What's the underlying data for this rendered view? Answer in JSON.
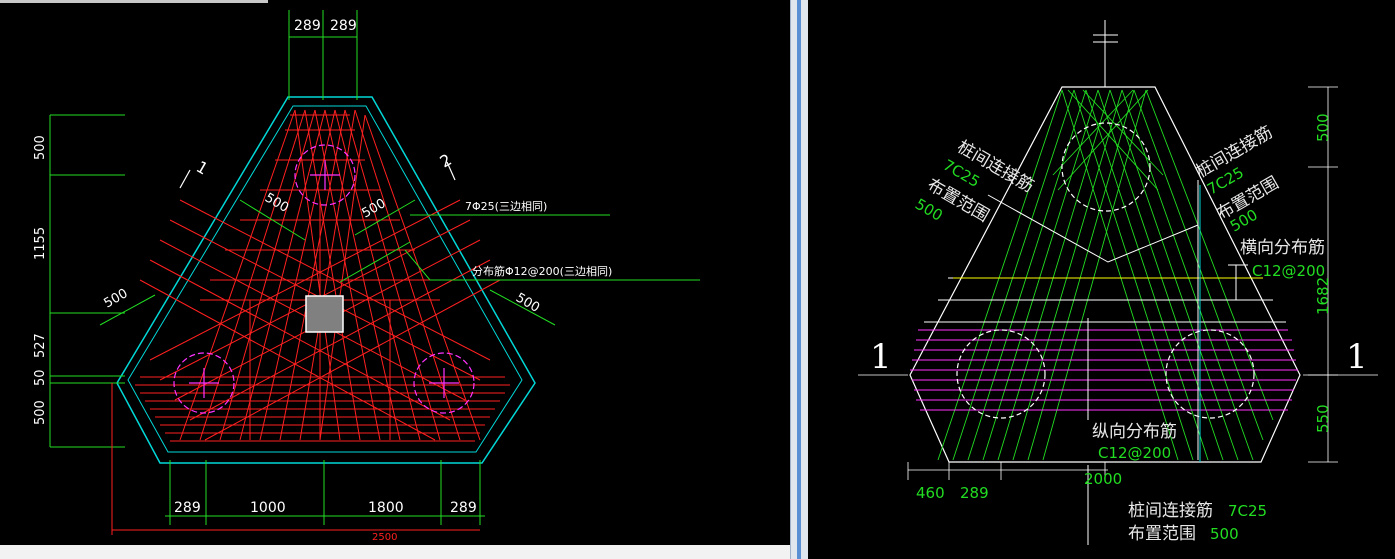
{
  "left_plan": {
    "top_dims": [
      "289",
      "289"
    ],
    "left_dims": [
      "500",
      "1155",
      "527",
      "50",
      "500"
    ],
    "bottom_dims": [
      "289",
      "1000",
      "1800",
      "289"
    ],
    "bottom_total": "2500",
    "edge_dims": [
      "500",
      "500",
      "500",
      "500"
    ],
    "section_marks": [
      "1",
      "2"
    ],
    "note_bars": "7Φ25(三边相同)",
    "note_dist": "分布筋Φ12@200(三边相同)"
  },
  "right_plan": {
    "conn_label_left": "桩间连接筋",
    "conn_spec_left": "7C25",
    "range_label_left": "布置范围",
    "range_val_left": "500",
    "conn_label_right": "桩间连接筋",
    "conn_spec_right": "7C25",
    "range_label_right": "布置范围",
    "range_val_right": "500",
    "trans_label": "横向分布筋",
    "trans_spec": "C12@200",
    "long_label": "纵向分布筋",
    "long_spec": "C12@200",
    "bottom_conn_label": "桩间连接筋",
    "bottom_conn_spec": "7C25",
    "bottom_range_label": "布置范围",
    "bottom_range_val": "500",
    "right_dims": [
      "500",
      "1682",
      "550"
    ],
    "bottom_dims": [
      "460",
      "289",
      "2000"
    ],
    "section_marks": [
      "1",
      "1"
    ]
  },
  "colors": {
    "background": "#000000",
    "outline": "#00d8d8",
    "rebar_red": "#ff2020",
    "dim_green": "#22dd22",
    "text_white": "#ffffff",
    "magenta": "#ff33ff",
    "yellow": "#ffff00",
    "divider": "#dfe6ee"
  }
}
